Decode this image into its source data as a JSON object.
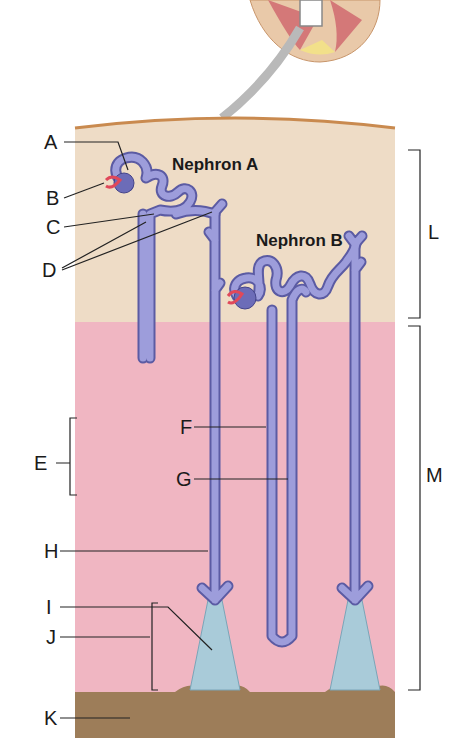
{
  "diagram": {
    "labels": [
      "A",
      "Nephron A",
      "B",
      "C",
      "Nephron B",
      "L",
      "D",
      "E",
      "F",
      "G",
      "M",
      "H",
      "I",
      "J",
      "K"
    ]
  }
}
